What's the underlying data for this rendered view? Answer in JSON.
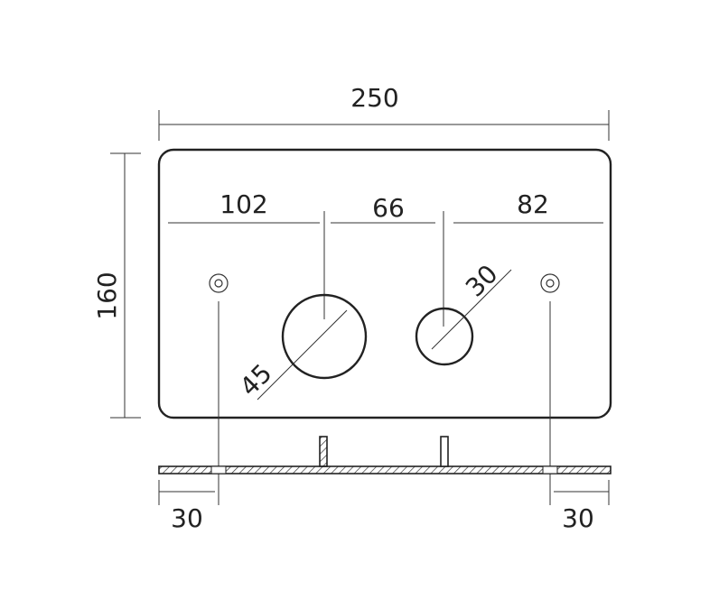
{
  "dimensions": {
    "overall_width": "250",
    "overall_height": "160",
    "left_to_first_hole": "102",
    "between_holes": "66",
    "second_hole_to_right": "82",
    "large_hole_diameter": "45",
    "small_hole_diameter": "30",
    "left_offset": "30",
    "right_offset": "30"
  },
  "colors": {
    "stroke": "#333333",
    "background": "#ffffff"
  }
}
